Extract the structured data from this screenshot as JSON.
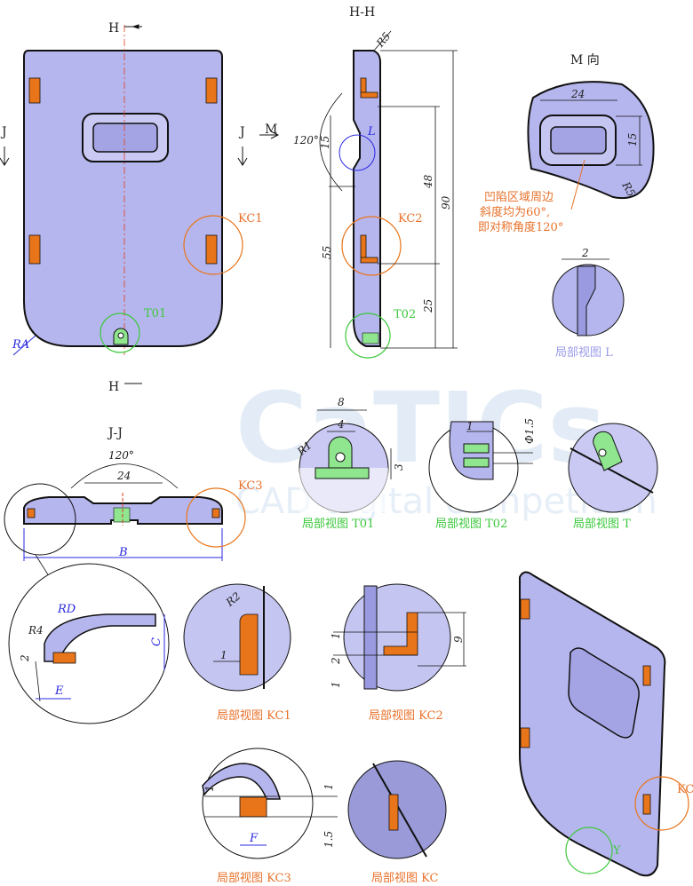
{
  "watermark": {
    "logo": "CaTICs",
    "subtitle": "CAD digital competition"
  },
  "front_view": {
    "section_mark_top": "H",
    "section_mark_bottom": "H",
    "j_left": "J",
    "j_right": "J",
    "m_arrow": "M",
    "kc1": "KC1",
    "t01": "T01",
    "radius": "RA"
  },
  "section_hh": {
    "title": "H-H",
    "r5": "R5",
    "angle": "120°",
    "d15": "15",
    "d55": "55",
    "d48": "48",
    "d90": "90",
    "d25": "25",
    "l": "L",
    "kc2": "KC2",
    "t02": "T02"
  },
  "view_m": {
    "title": "M 向",
    "d24": "24",
    "d15": "15",
    "r5": "R5",
    "note_lines": [
      "凹陷区域周边",
      "斜度均为60°,",
      "即对称角度120°"
    ]
  },
  "detail_l": {
    "title": "局部视图 L",
    "d2": "2"
  },
  "section_jj": {
    "title": "J-J",
    "angle": "120°",
    "d24": "24",
    "kc3": "KC3",
    "b": "B"
  },
  "detail_t01": {
    "title": "局部视图 T01",
    "d8": "8",
    "d4": "4",
    "r1": "R1",
    "d3": "3"
  },
  "detail_t02": {
    "title": "局部视图 T02",
    "d1": "1",
    "dia": "Φ1.5"
  },
  "detail_t": {
    "title": "局部视图 T"
  },
  "detail_edge": {
    "rd": "RD",
    "r4": "R4",
    "c": "C",
    "d2": "2",
    "e": "E"
  },
  "detail_kc1": {
    "title": "局部视图 KC1",
    "r2": "R2",
    "d1": "1"
  },
  "detail_kc2": {
    "title": "局部视图 KC2",
    "d1a": "1",
    "d2": "2",
    "d1b": "1",
    "d9": "9"
  },
  "detail_kc3": {
    "title": "局部视图 KC3",
    "d1a": "1",
    "d1b": "1",
    "f": "F",
    "d15": "1.5"
  },
  "detail_kc": {
    "title": "局部视图 KC"
  },
  "iso_view": {
    "kc": "KC",
    "y": "Y"
  },
  "colors": {
    "part": "#b6b6ee",
    "orange": "#e8751a",
    "green": "#3cc83c",
    "blue": "#2a2ae0"
  }
}
